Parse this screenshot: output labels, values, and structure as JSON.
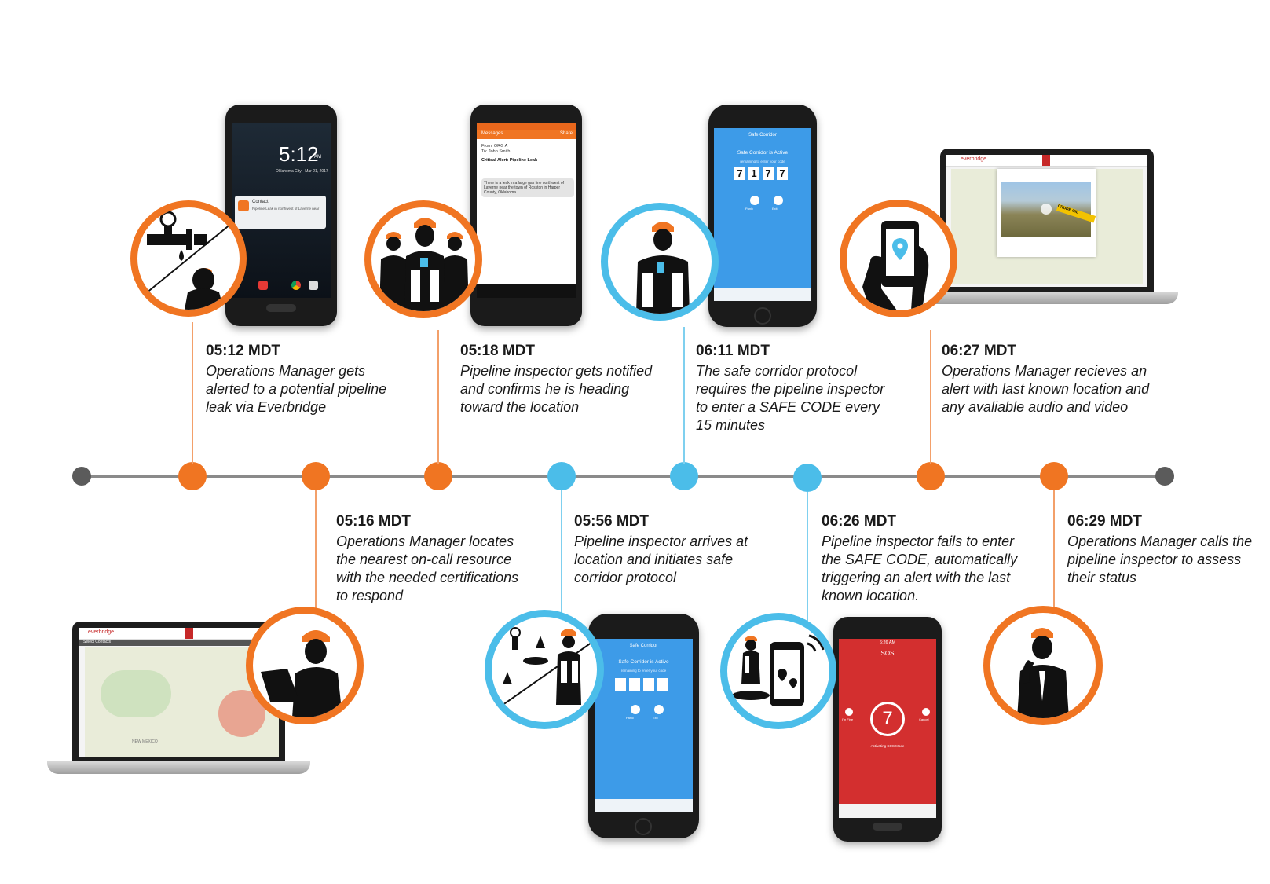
{
  "events": [
    {
      "time": "05:12 MDT",
      "desc": "Operations Manager gets alerted to a potential pipeline leak via Everbridge"
    },
    {
      "time": "05:16 MDT",
      "desc": "Operations Manager locates the nearest on-call resource with the needed certifications to respond"
    },
    {
      "time": "05:18 MDT",
      "desc": "Pipeline inspector gets notified and confirms he is heading toward the location"
    },
    {
      "time": "05:56 MDT",
      "desc": "Pipeline inspector arrives at location and initiates safe corridor protocol"
    },
    {
      "time": "06:11 MDT",
      "desc": "The safe corridor protocol requires the pipeline inspector to enter a SAFE CODE every 15 minutes"
    },
    {
      "time": "06:26 MDT",
      "desc": "Pipeline inspector fails to enter the SAFE CODE, automatically triggering an alert with the last known location."
    },
    {
      "time": "06:27 MDT",
      "desc": "Operations Manager recieves an alert with last known location and any avaliable audio and video"
    },
    {
      "time": "06:29 MDT",
      "desc": "Operations Manager calls the pipeline inspector to assess their status"
    }
  ],
  "colors": {
    "orange": "#f07522",
    "blue": "#4bbde9",
    "line": "#8a8a8a",
    "end": "#5b5b5b"
  },
  "screens": {
    "lock": {
      "clock": "5:12",
      "ampm": "AM",
      "location": "Oklahoma City · Mar 21, 2017",
      "notif_title": "Contact",
      "notif_body": "Pipeline Leak in northwest of Laverne near"
    },
    "messages": {
      "bar": "Messages",
      "share": "Share",
      "from": "From: ORG A",
      "to": "To: John Smith",
      "subject": "Critical Alert: Pipeline Leak",
      "bubble": "There is a leak in a large gas line northwest of Laverne near the town of Rosston in Harper County, Oklahoma."
    },
    "safe1": {
      "title": "Safe Corridor",
      "status": "Safe Corridor is Active",
      "prompt": "remaining to enter your code",
      "digits": [
        "7",
        "1",
        "7",
        "7"
      ],
      "btn1": "Panic",
      "btn2": "Exit"
    },
    "safe2": {
      "title": "Safe Corridor",
      "status": "Safe Corridor is Active",
      "prompt": "remaining to enter your code",
      "btn1": "Panic",
      "btn2": "Exit"
    },
    "sos": {
      "time": "6:26 AM",
      "title": "SOS",
      "count": "7",
      "left": "I'm Fine",
      "right": "Cancel",
      "status": "Activating SOS Mode"
    },
    "laptop1": {
      "brand": "everbridge",
      "banner": "Select Contacts",
      "state": "NEW MEXICO"
    },
    "laptop2": {
      "brand": "everbridge",
      "label": "CRUDE OIL"
    }
  }
}
